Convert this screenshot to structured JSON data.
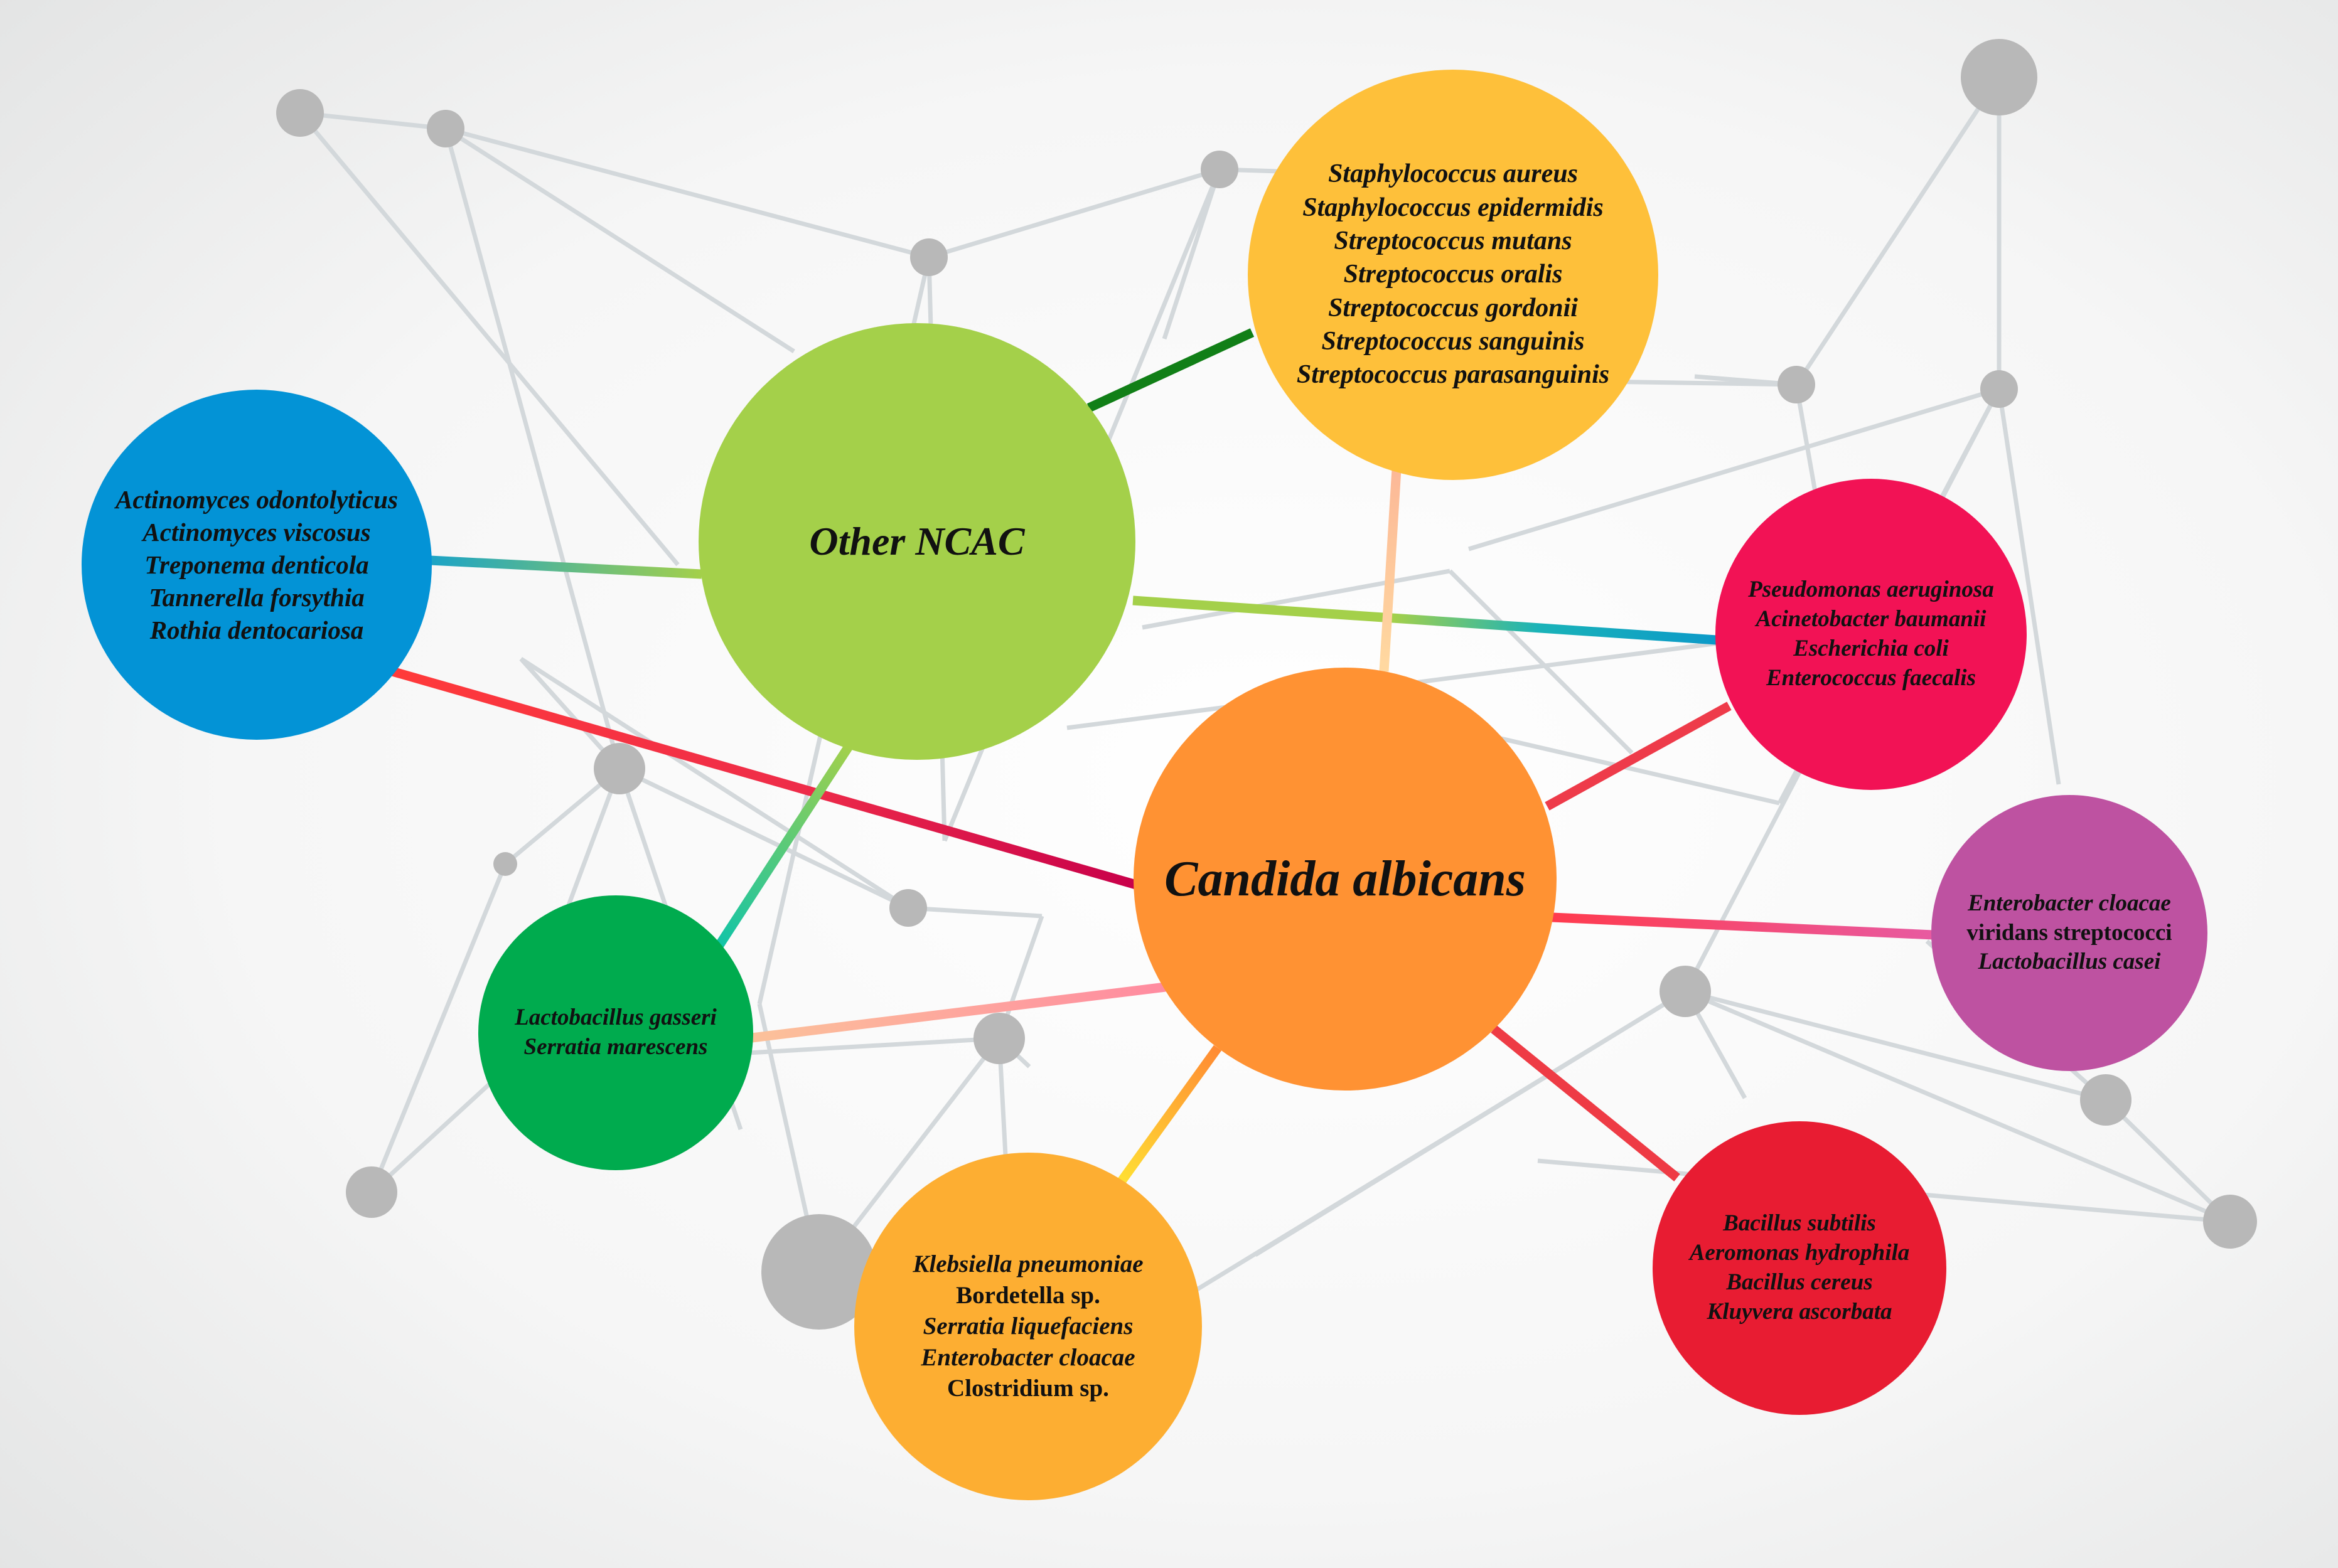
{
  "colors": {
    "background_center": "#ffffff",
    "background_edge": "#e3e4e4",
    "network_line": "#d3d8db",
    "network_node": "#b8b8b8"
  },
  "hubs": {
    "candida": {
      "title": "Candida albicans",
      "color": "#ff9233"
    },
    "ncac": {
      "title": "Other NCAC",
      "color": "#a4d04a"
    }
  },
  "clusters": {
    "staphylococcus": {
      "color": "#fec03a",
      "items": [
        "Staphylococcus aureus",
        "Staphylococcus epidermidis",
        "Streptococcus mutans",
        "Streptococcus oralis",
        "Streptococcus gordonii",
        "Streptococcus sanguinis",
        "Streptococcus parasanguinis"
      ]
    },
    "actinomyces": {
      "color": "#0393d6",
      "items": [
        "Actinomyces odontolyticus",
        "Actinomyces viscosus",
        "Treponema denticola",
        "Tannerella forsythia",
        "Rothia dentocariosa"
      ]
    },
    "pseudomonas": {
      "color": "#f21255",
      "items": [
        "Pseudomonas aeruginosa",
        "Acinetobacter baumanii",
        "Escherichia coli",
        "Enterococcus faecalis"
      ]
    },
    "enterobacter": {
      "color": "#be52a1",
      "items": [
        "Enterobacter cloacae",
        "viridans streptococci",
        "Lactobacillus casei"
      ]
    },
    "lactobacillus": {
      "color": "#00ab4e",
      "items": [
        "Lactobacillus gasseri",
        "Serratia marescens"
      ]
    },
    "klebsiella": {
      "color": "#fdae32",
      "items": [
        "Klebsiella pneumoniae",
        "Bordetella sp.",
        "Serratia liquefaciens",
        "Enterobacter cloacae",
        "Clostridium sp."
      ]
    },
    "bacillus": {
      "color": "#e81c32",
      "items": [
        "Bacillus subtilis",
        "Aeromonas hydrophila",
        "Bacillus cereus",
        "Kluyvera ascorbata"
      ]
    }
  }
}
